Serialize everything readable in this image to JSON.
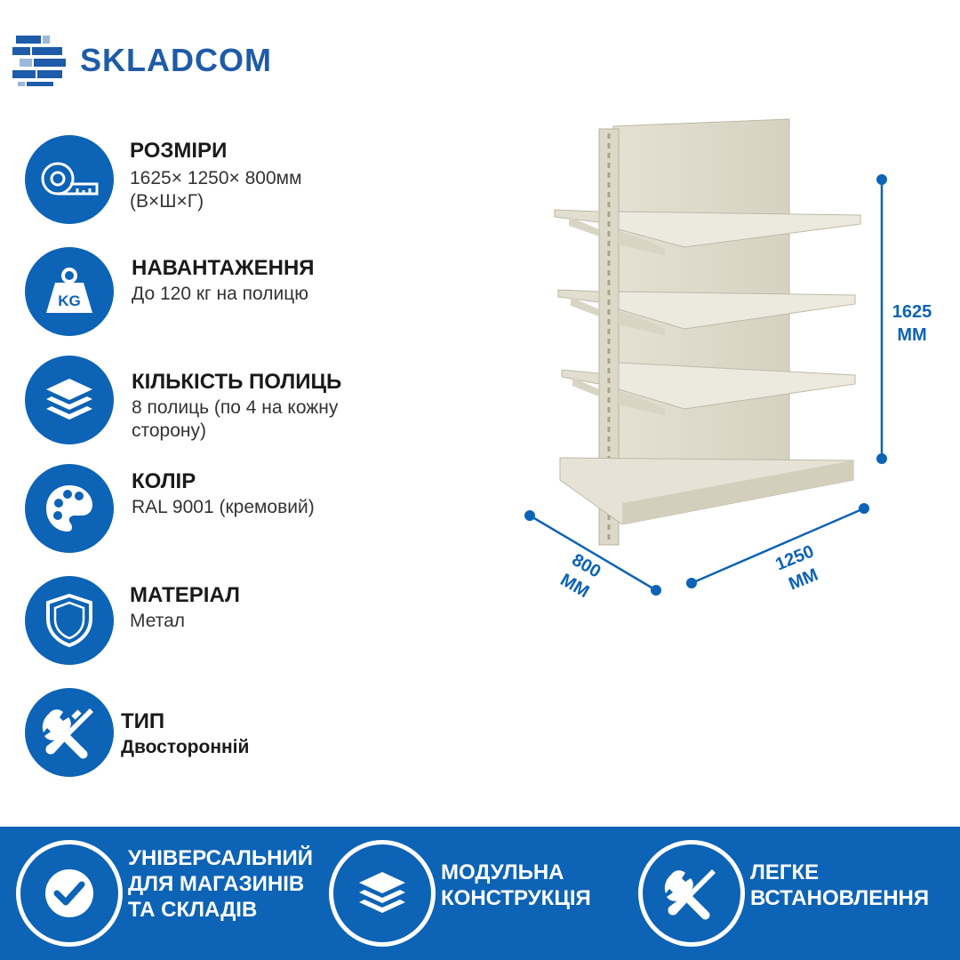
{
  "brand": {
    "name": "SKLADCOM",
    "logo_icon": "stacked-bars-e-logo",
    "color": "#1e5ba8"
  },
  "accent_color": "#0d63b5",
  "features": [
    {
      "icon": "tape-measure-icon",
      "title": "РОЗМІРИ",
      "lines": [
        "1625× 1250× 800мм",
        "(В×Ш×Г)"
      ]
    },
    {
      "icon": "weight-kg-icon",
      "title": "НАВАНТАЖЕННЯ",
      "lines": [
        "До 120 кг на полицю"
      ]
    },
    {
      "icon": "layers-icon",
      "title": "КІЛЬКІСТЬ ПОЛИЦЬ",
      "lines": [
        "8 полиць (по 4 на кожну",
        "сторону)"
      ]
    },
    {
      "icon": "palette-icon",
      "title": "КОЛІР",
      "lines": [
        "RAL 9001 (кремовий)"
      ]
    },
    {
      "icon": "shield-icon",
      "title": "МАТЕРІАЛ",
      "lines": [
        "Метал"
      ]
    },
    {
      "icon": "wrench-screwdriver-icon",
      "title": "ТИП",
      "lines": [
        "Двосторонній"
      ]
    }
  ],
  "dimensions": {
    "height": {
      "value": "1625",
      "unit": "ММ"
    },
    "width": {
      "value": "1250",
      "unit": "ММ"
    },
    "depth": {
      "value": "800",
      "unit": "ММ"
    }
  },
  "benefits": [
    {
      "icon": "checkmark-icon",
      "lines": [
        "УНІВЕРСАЛЬНИЙ",
        "ДЛЯ МАГАЗИНІВ",
        "ТА СКЛАДІВ"
      ]
    },
    {
      "icon": "layers-icon",
      "lines": [
        "МОДУЛЬНА",
        "КОНСТРУКЦІЯ"
      ]
    },
    {
      "icon": "wrench-screwdriver-icon",
      "lines": [
        "ЛЕГКЕ",
        "ВСТАНОВЛЕННЯ"
      ]
    }
  ]
}
